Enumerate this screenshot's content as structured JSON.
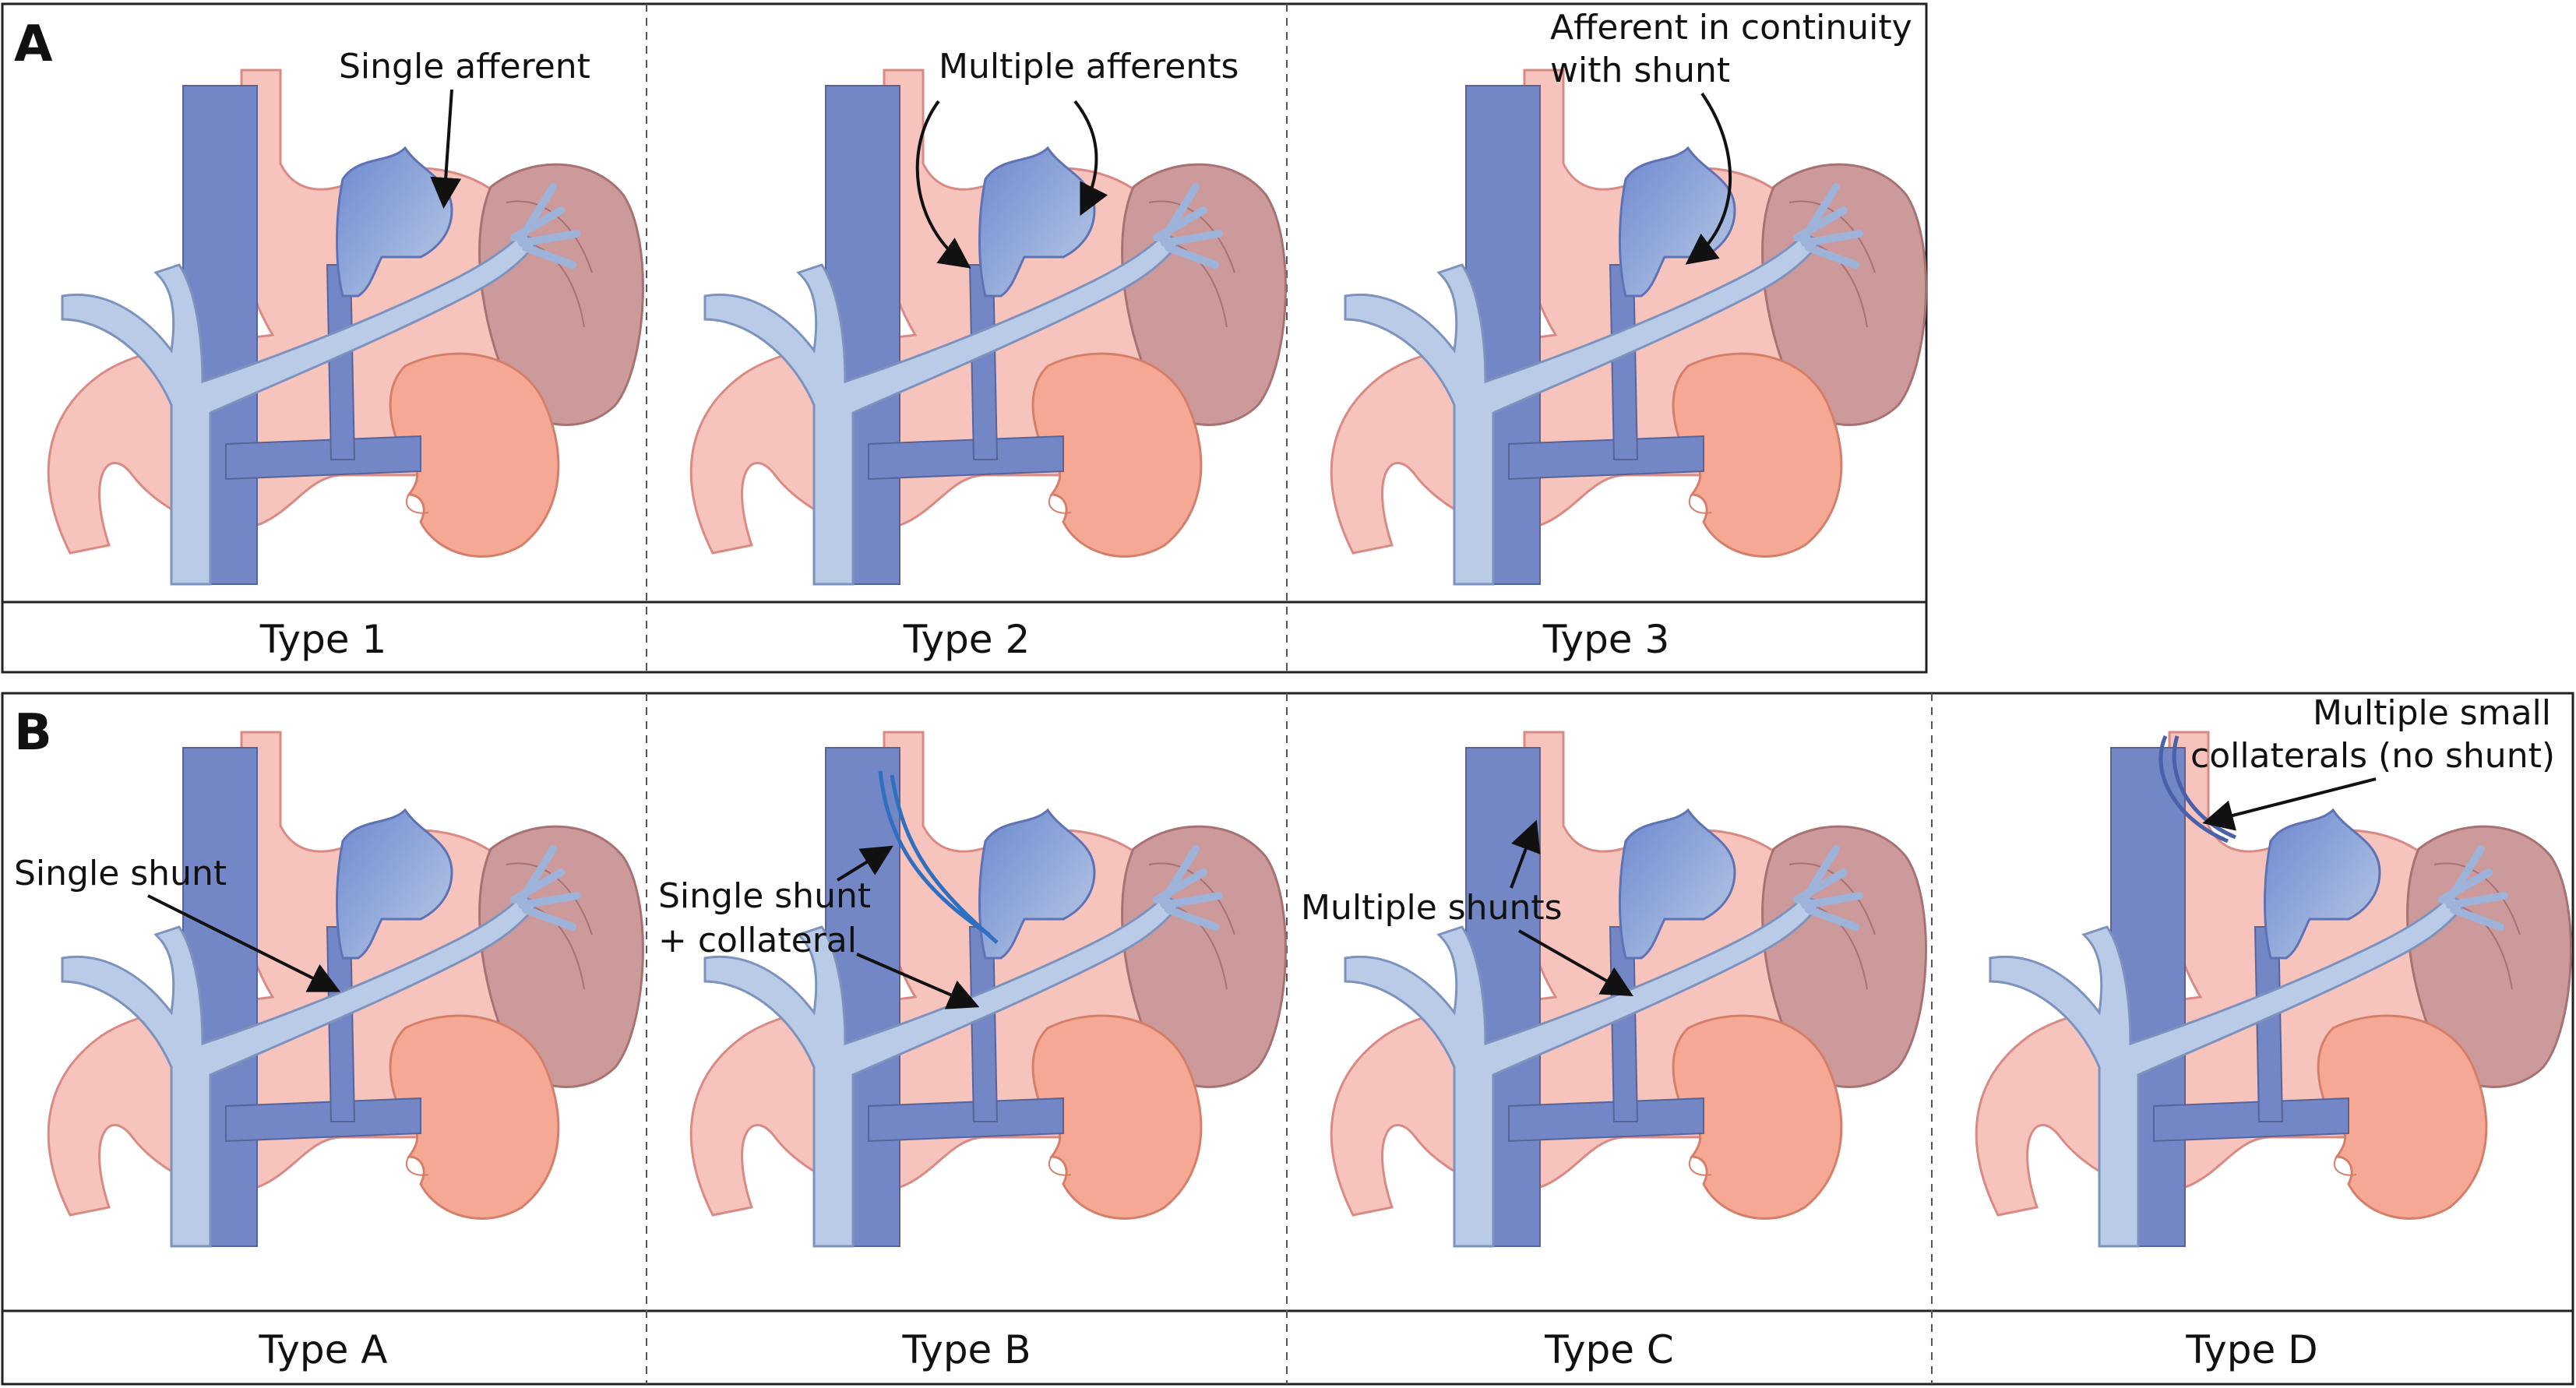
{
  "panel_a": {
    "letter": "A",
    "types": [
      {
        "caption": "Type 1",
        "labels": [
          "Single afferent"
        ]
      },
      {
        "caption": "Type 2",
        "labels": [
          "Multiple afferents"
        ]
      },
      {
        "caption": "Type 3",
        "labels": [
          "Afferent in continuity",
          "with shunt"
        ]
      }
    ]
  },
  "panel_b": {
    "letter": "B",
    "types": [
      {
        "caption": "Type A",
        "labels": [
          "Single shunt"
        ]
      },
      {
        "caption": "Type B",
        "labels": [
          "Single shunt",
          "+ collateral"
        ]
      },
      {
        "caption": "Type C",
        "labels": [
          "Multiple shunts"
        ]
      },
      {
        "caption": "Type D",
        "labels": [
          "Multiple small",
          "collaterals (no shunt)"
        ]
      }
    ]
  },
  "colors": {
    "ivc": "#7386c6",
    "portal_vein": "#b9cbe6",
    "varix_dark": "#6e88cf",
    "stomach": "#f7c4bd",
    "stomach_stroke": "#d98a84",
    "spleen": "#cd9a9b",
    "kidney": "#f5a894"
  }
}
